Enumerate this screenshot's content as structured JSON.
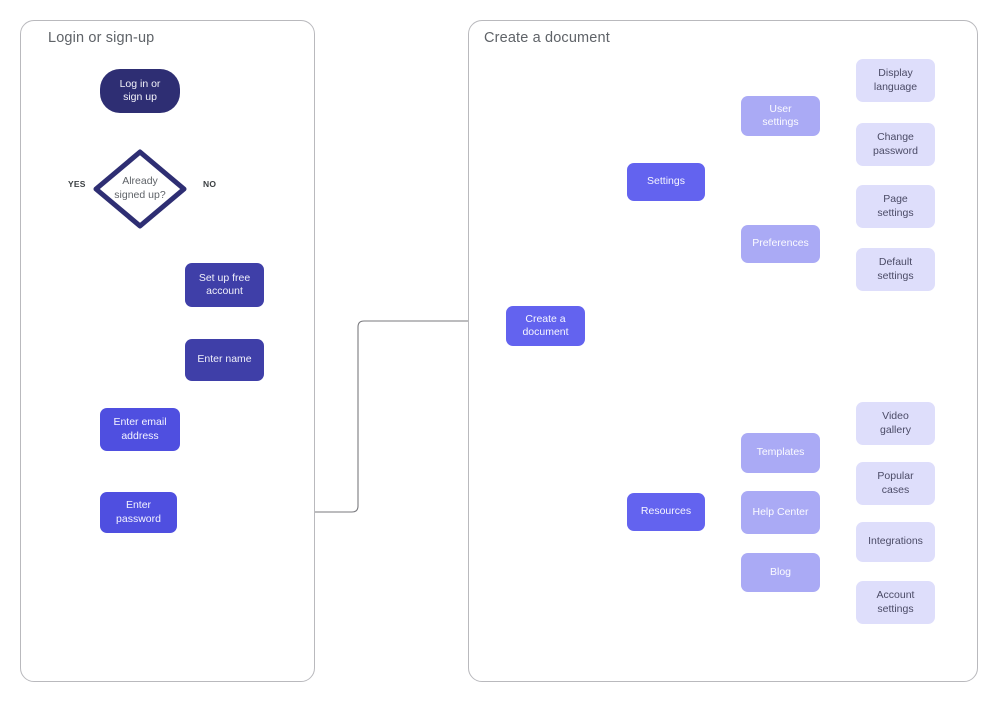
{
  "diagram": {
    "title_left": "Login or sign-up",
    "title_right": "Create a document",
    "colors": {
      "start_node": "#2e2e73",
      "dark_node": "#3f3fa8",
      "mid_node": "#4f4fe0",
      "primary_node": "#6363ef",
      "soft_node": "#aaaaf5",
      "pale_node": "#dedefb",
      "connector": "#7a7a7e",
      "panel_border": "#b9b9bd",
      "panel_title_text": "#5f6368"
    }
  },
  "nodes": {
    "login_signup": "Log in or\nsign up",
    "already_signed_up": "Already\nsigned up?",
    "set_up_free_account": "Set up free\naccount",
    "enter_name": "Enter name",
    "enter_email_address": "Enter email\naddress",
    "enter_password": "Enter\npassword",
    "create_a_document": "Create a\ndocument",
    "settings": "Settings",
    "user_settings": "User\nsettings",
    "display_language": "Display\nlanguage",
    "change_password": "Change\npassword",
    "preferences": "Preferences",
    "page_settings": "Page\nsettings",
    "default_settings": "Default\nsettings",
    "resources": "Resources",
    "templates": "Templates",
    "help_center": "Help Center",
    "blog": "Blog",
    "video_gallery": "Video\ngallery",
    "popular_cases": "Popular\ncases",
    "integrations": "Integrations",
    "account_settings": "Account\nsettings"
  },
  "edge_labels": {
    "yes": "YES",
    "no": "NO"
  }
}
